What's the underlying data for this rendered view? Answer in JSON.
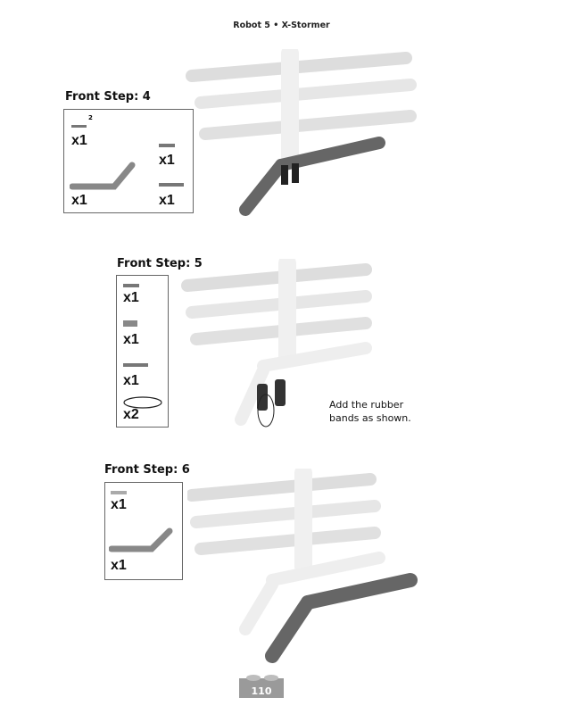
{
  "header": {
    "title": "Robot 5 • X-Stormer"
  },
  "steps": [
    {
      "title": "Front Step: 4",
      "parts": [
        {
          "label": "2",
          "qty": "x1"
        },
        {
          "qty": "x1"
        },
        {
          "qty": "x1"
        },
        {
          "qty": "x1"
        }
      ]
    },
    {
      "title": "Front Step: 5",
      "parts": [
        {
          "qty": "x1"
        },
        {
          "qty": "x1"
        },
        {
          "qty": "x1"
        },
        {
          "qty": "x2"
        }
      ],
      "caption_line1": "Add the rubber",
      "caption_line2": "bands as shown."
    },
    {
      "title": "Front Step: 6",
      "parts": [
        {
          "qty": "x1"
        },
        {
          "qty": "x1"
        }
      ]
    }
  ],
  "footer": {
    "page_number": "110"
  }
}
